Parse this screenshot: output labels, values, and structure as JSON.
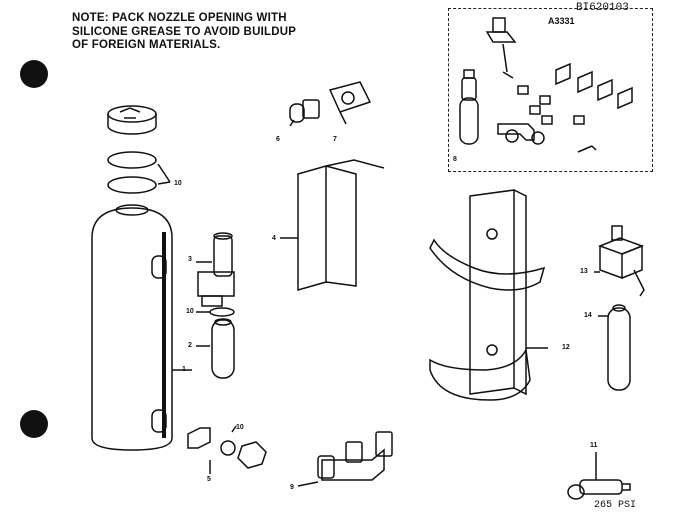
{
  "note": {
    "lines": [
      "NOTE: PACK NOZZLE OPENING WITH",
      "SILICONE GREASE TO AVOID BUILDUP",
      "OF FOREIGN MATERIALS."
    ]
  },
  "drawing_code": "BI620103",
  "kit": {
    "code": "A3331",
    "callout": "8"
  },
  "callouts": {
    "c6": "6",
    "c7": "7",
    "c10a": "10",
    "c4": "4",
    "c3": "3",
    "c10b": "10",
    "c2": "2",
    "c1": "1",
    "c10c": "10",
    "c5": "5",
    "c9": "9",
    "c12": "12",
    "c13": "13",
    "c14": "14",
    "c11": "11"
  },
  "pressure_label": "265 PSI"
}
